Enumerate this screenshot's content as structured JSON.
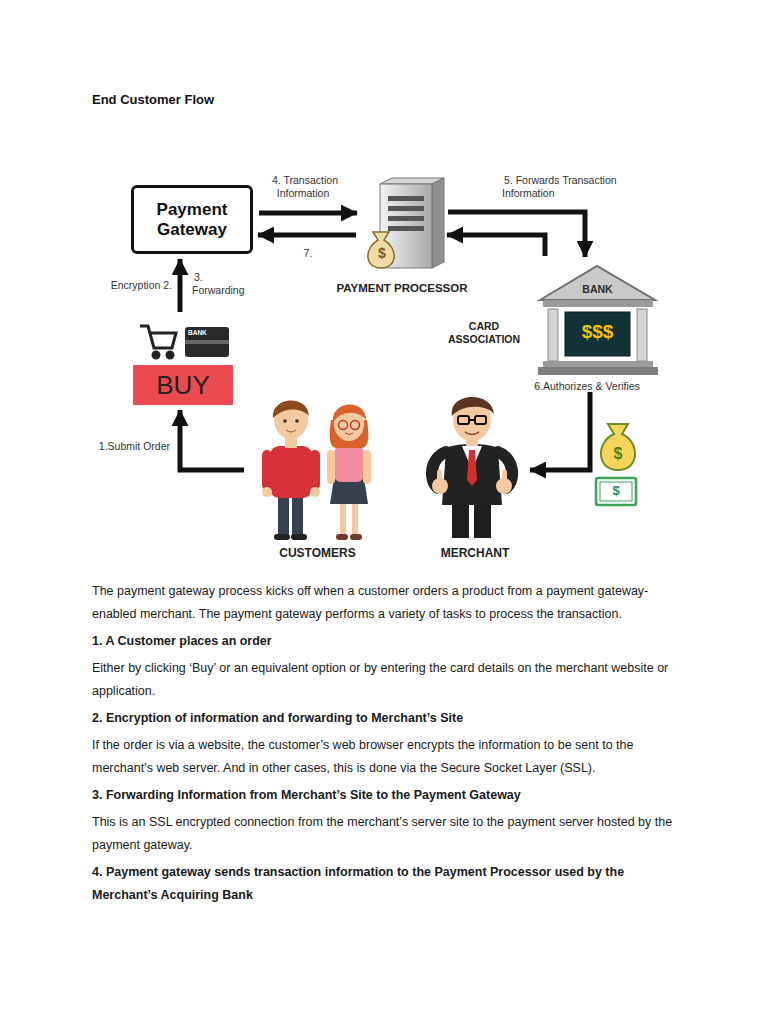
{
  "diagram": {
    "title": "End Customer Flow",
    "nodes": [
      {
        "text": [
          "Payment Gateway"
        ]
      },
      {
        "text": [
          "PAYMENT PROCESSOR"
        ]
      },
      {
        "text": [
          "BANK",
          "$$$",
          "CARD ASSOCIATION"
        ]
      },
      {
        "text": [
          "BUY"
        ]
      },
      {
        "text": [
          "CUSTOMERS"
        ]
      },
      {
        "text": [
          "MERCHANT"
        ]
      }
    ],
    "edges": [
      {
        "from": 0,
        "to": 1,
        "label": "4. Transaction Information",
        "arrow": "to"
      },
      {
        "from": 1,
        "to": 0,
        "label": "7.",
        "arrow": "to"
      },
      {
        "from": 1,
        "to": 2,
        "label": "5. Forwards Transaction Information",
        "arrow": "to"
      },
      {
        "from": 2,
        "to": 1,
        "arrow": "to"
      },
      {
        "from": 2,
        "to": 5,
        "label": "6.Authorizes & Verifies",
        "arrow": "to"
      },
      {
        "from": 4,
        "to": 3,
        "label": "1.Submit Order",
        "arrow": "to"
      },
      {
        "from": 3,
        "to": 0,
        "label": "3. Forwarding",
        "arrow": "to"
      }
    ],
    "labels": [
      "Encryption 2.",
      "$",
      "BANK",
      "$",
      "$",
      "The payment gateway process kicks off when a customer orders a product from a payment gateway-enabled merchant. The payment gateway performs a variety of tasks to process the transaction.",
      "1. A Customer places an order",
      "Either by clicking ‘Buy’ or an equivalent option or by entering the card details on the merchant website or application.",
      "2. Encryption of information and forwarding to Merchant’s Site",
      "If the order is via a website, the customer’s web browser encrypts the information to be sent to the merchant’s web server. And in other cases, this is done via the Secure Socket Layer (SSL).",
      "3. Forwarding Information from Merchant’s Site to the Payment Gateway",
      "This is an SSL encrypted connection from the merchant’s server site to the payment server hosted by the payment gateway.",
      "4. Payment gateway sends transaction information to the Payment Processor used by the Merchant’s Acquiring Bank"
    ]
  }
}
